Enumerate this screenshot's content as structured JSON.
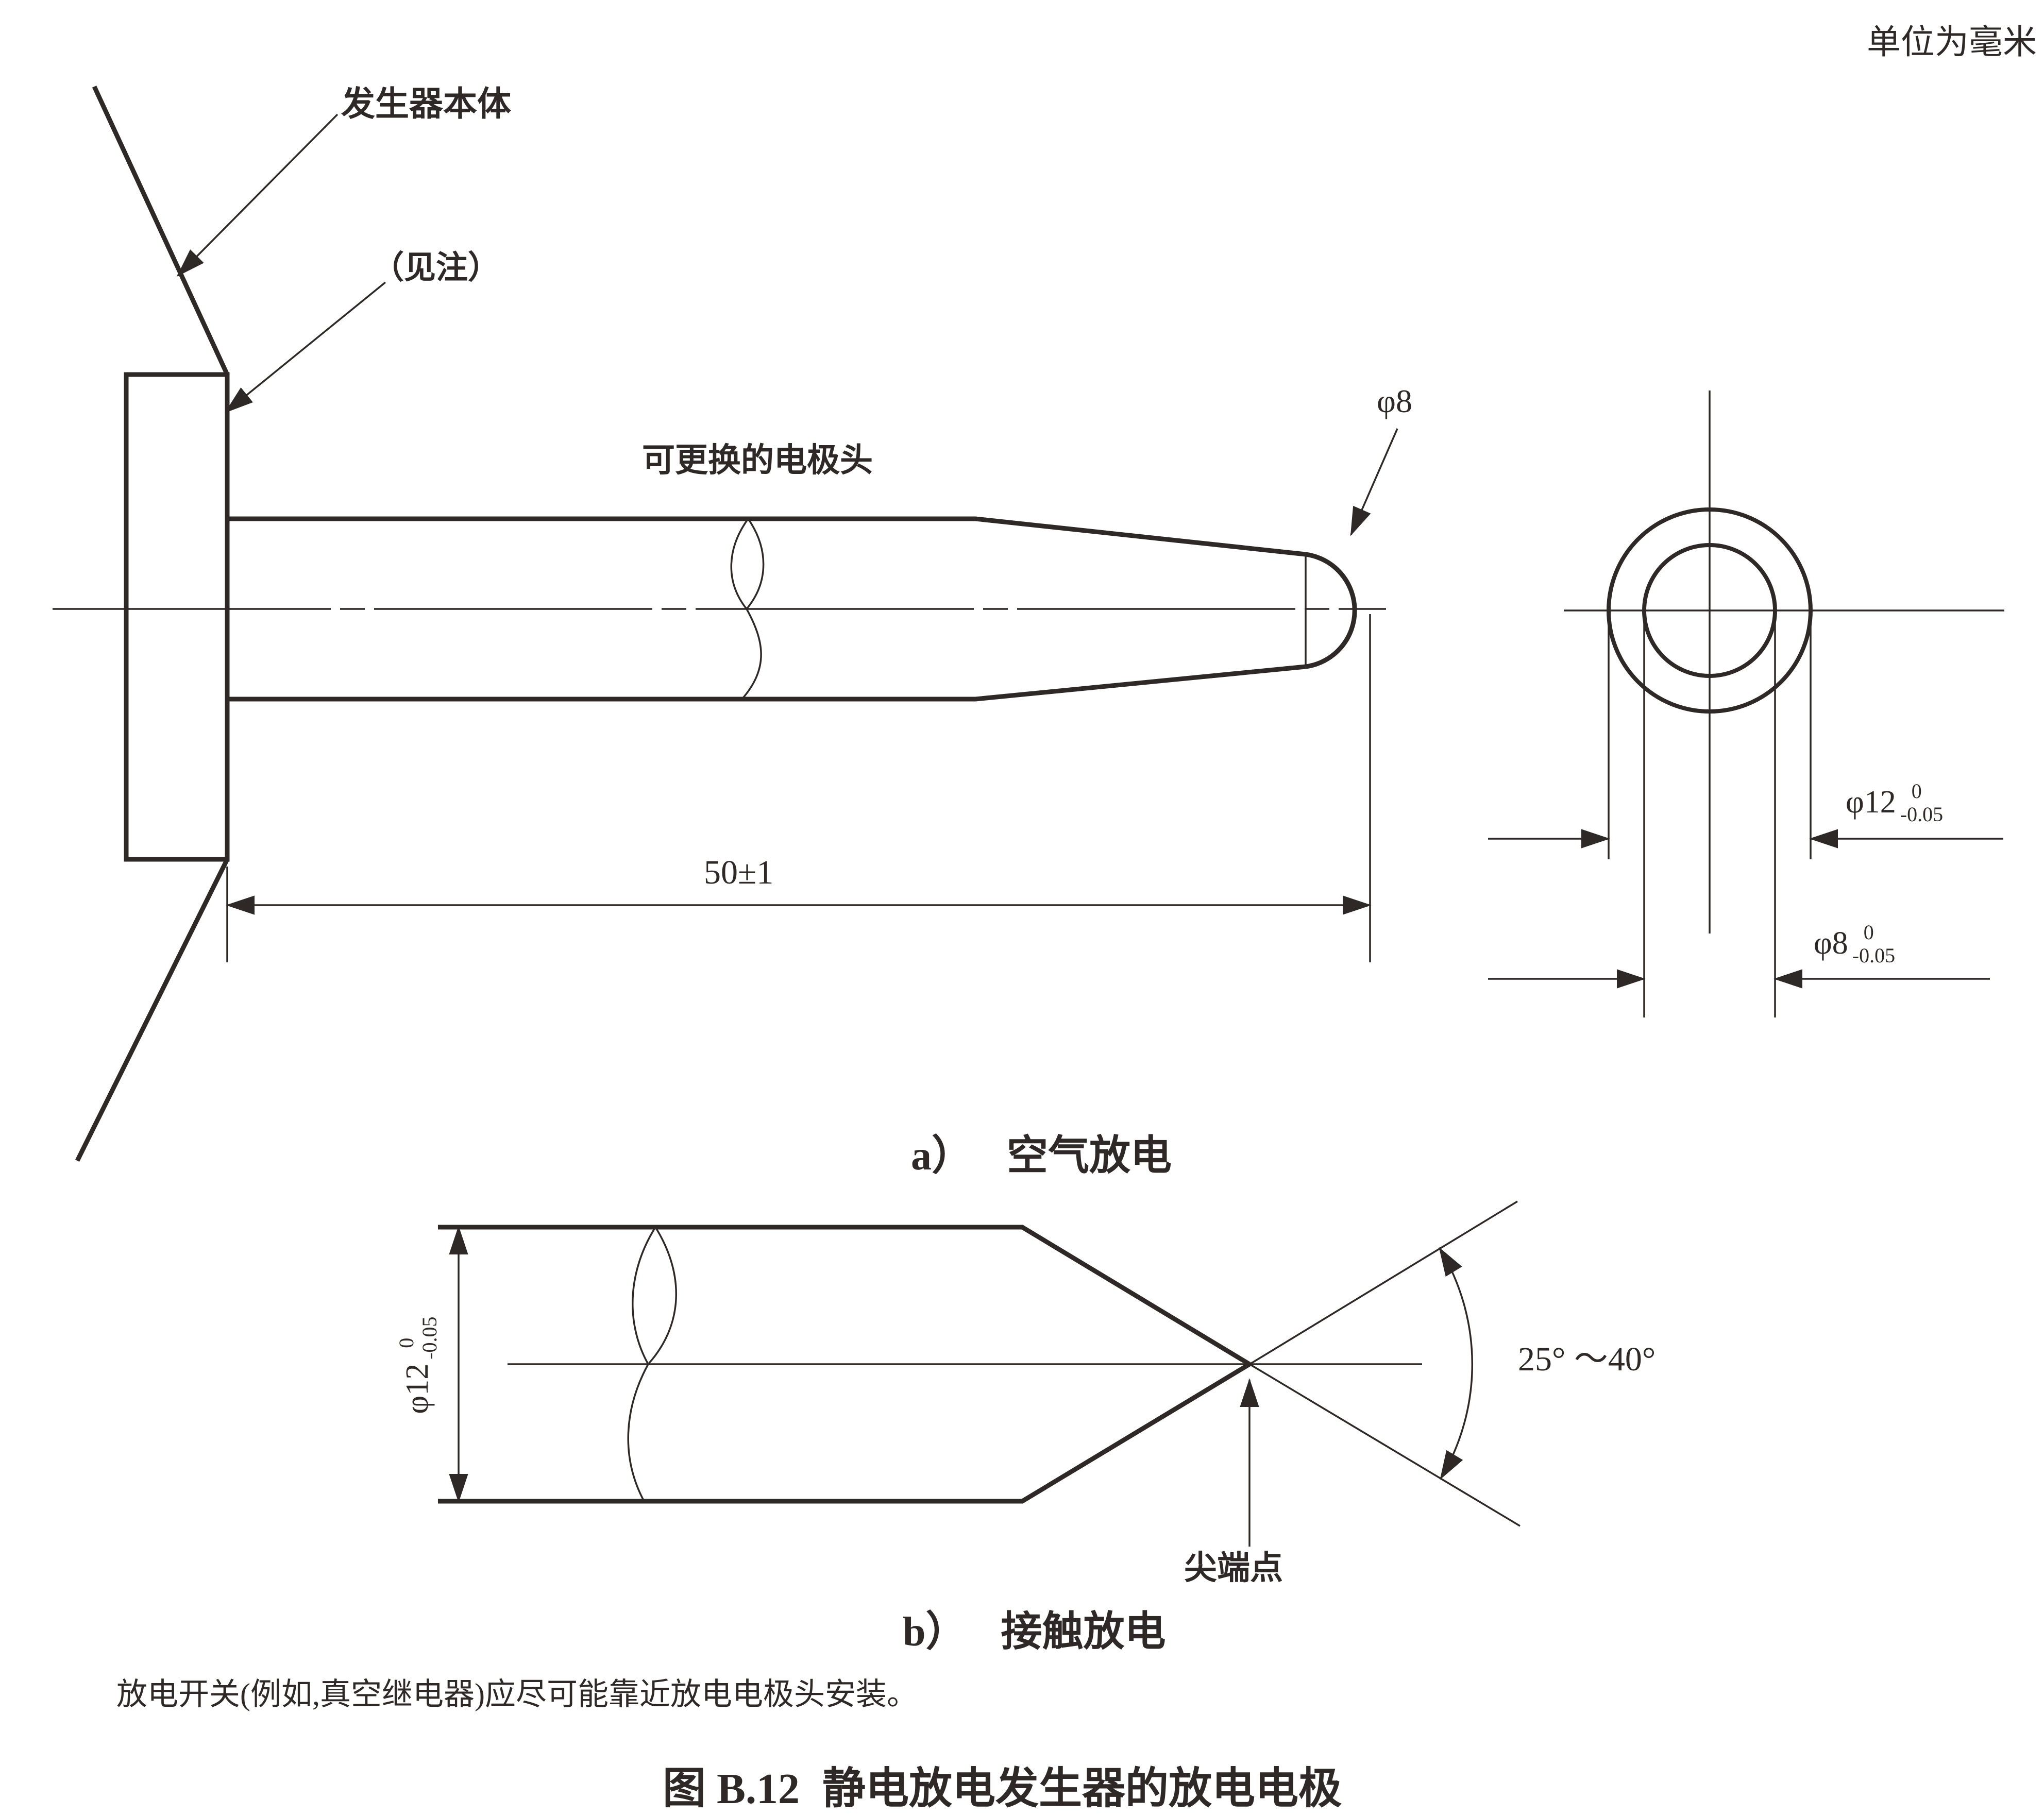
{
  "units_note": "单位为毫米",
  "view_a": {
    "caption_prefix": "a）",
    "caption": "空气放电",
    "labels": {
      "generator_body": "发生器本体",
      "see_note": "（见注）",
      "replaceable_tip": "可更换的电极头",
      "tip_diameter": "φ8"
    },
    "dims": {
      "length": "50±1",
      "outer_diameter": {
        "main": "φ12",
        "sup": "0",
        "sub": "-0.05"
      },
      "inner_diameter": {
        "main": "φ8",
        "sup": "0",
        "sub": "-0.05"
      }
    }
  },
  "view_b": {
    "caption_prefix": "b）",
    "caption": "接触放电",
    "labels": {
      "tip_point": "尖端点"
    },
    "dims": {
      "diameter": {
        "main": "φ12",
        "sup": "0",
        "sub": "-0.05"
      },
      "angle": "25° ～40°"
    }
  },
  "note": "放电开关(例如,真空继电器)应尽可能靠近放电电极头安装。",
  "figure_caption": {
    "prefix": "图 B.12",
    "title": "静电放电发生器的放电电极"
  },
  "colors": {
    "ink": "#2e2926",
    "background": "#ffffff"
  }
}
